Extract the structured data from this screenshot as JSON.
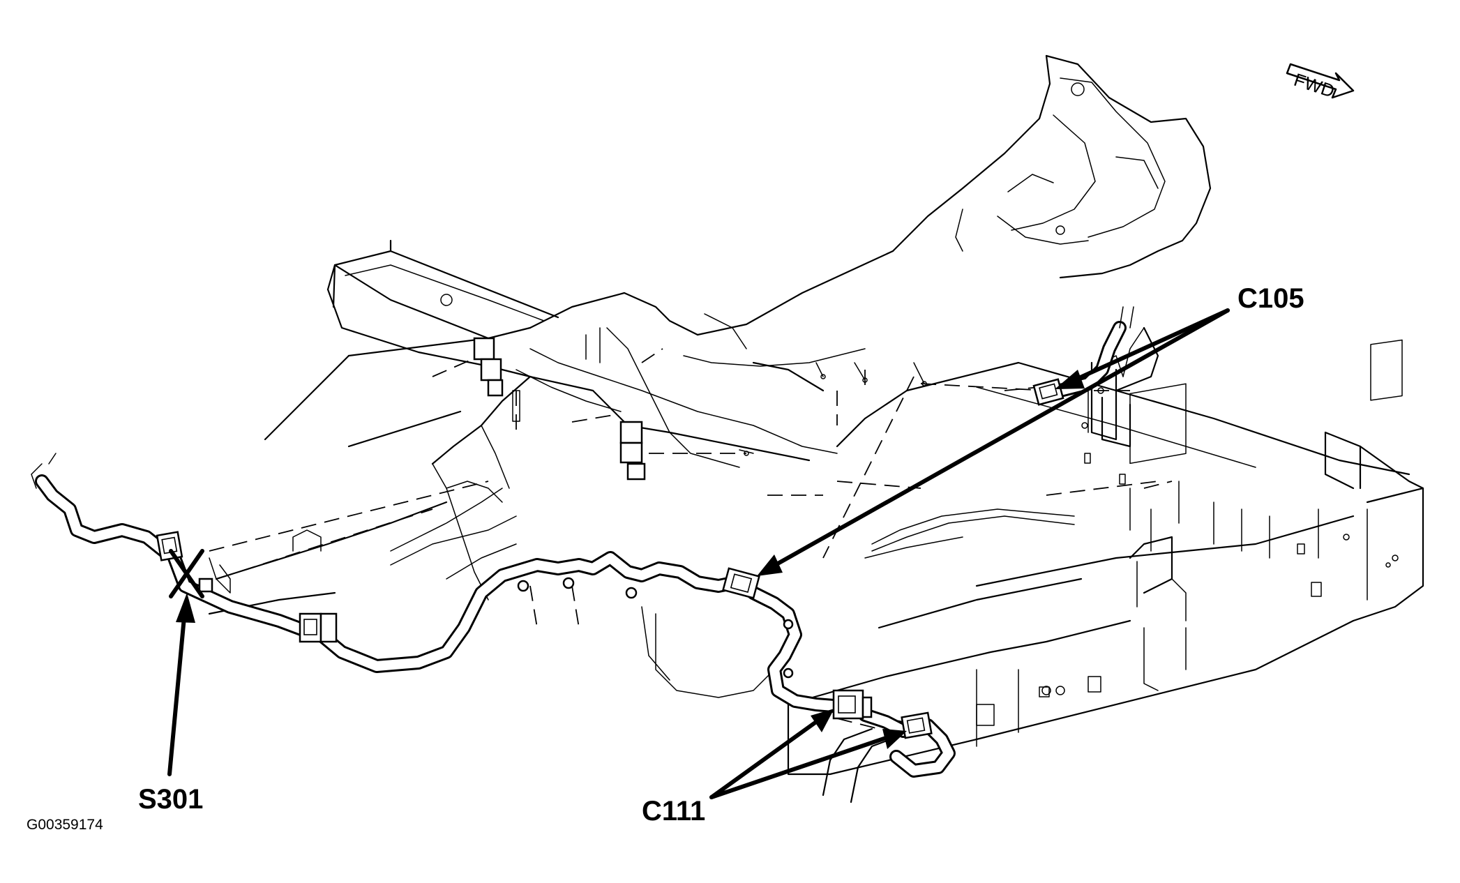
{
  "callouts": {
    "c105": "C105",
    "s301": "S301",
    "c111": "C111"
  },
  "direction": {
    "label": "FWD"
  },
  "figure": {
    "id": "G00359174"
  }
}
